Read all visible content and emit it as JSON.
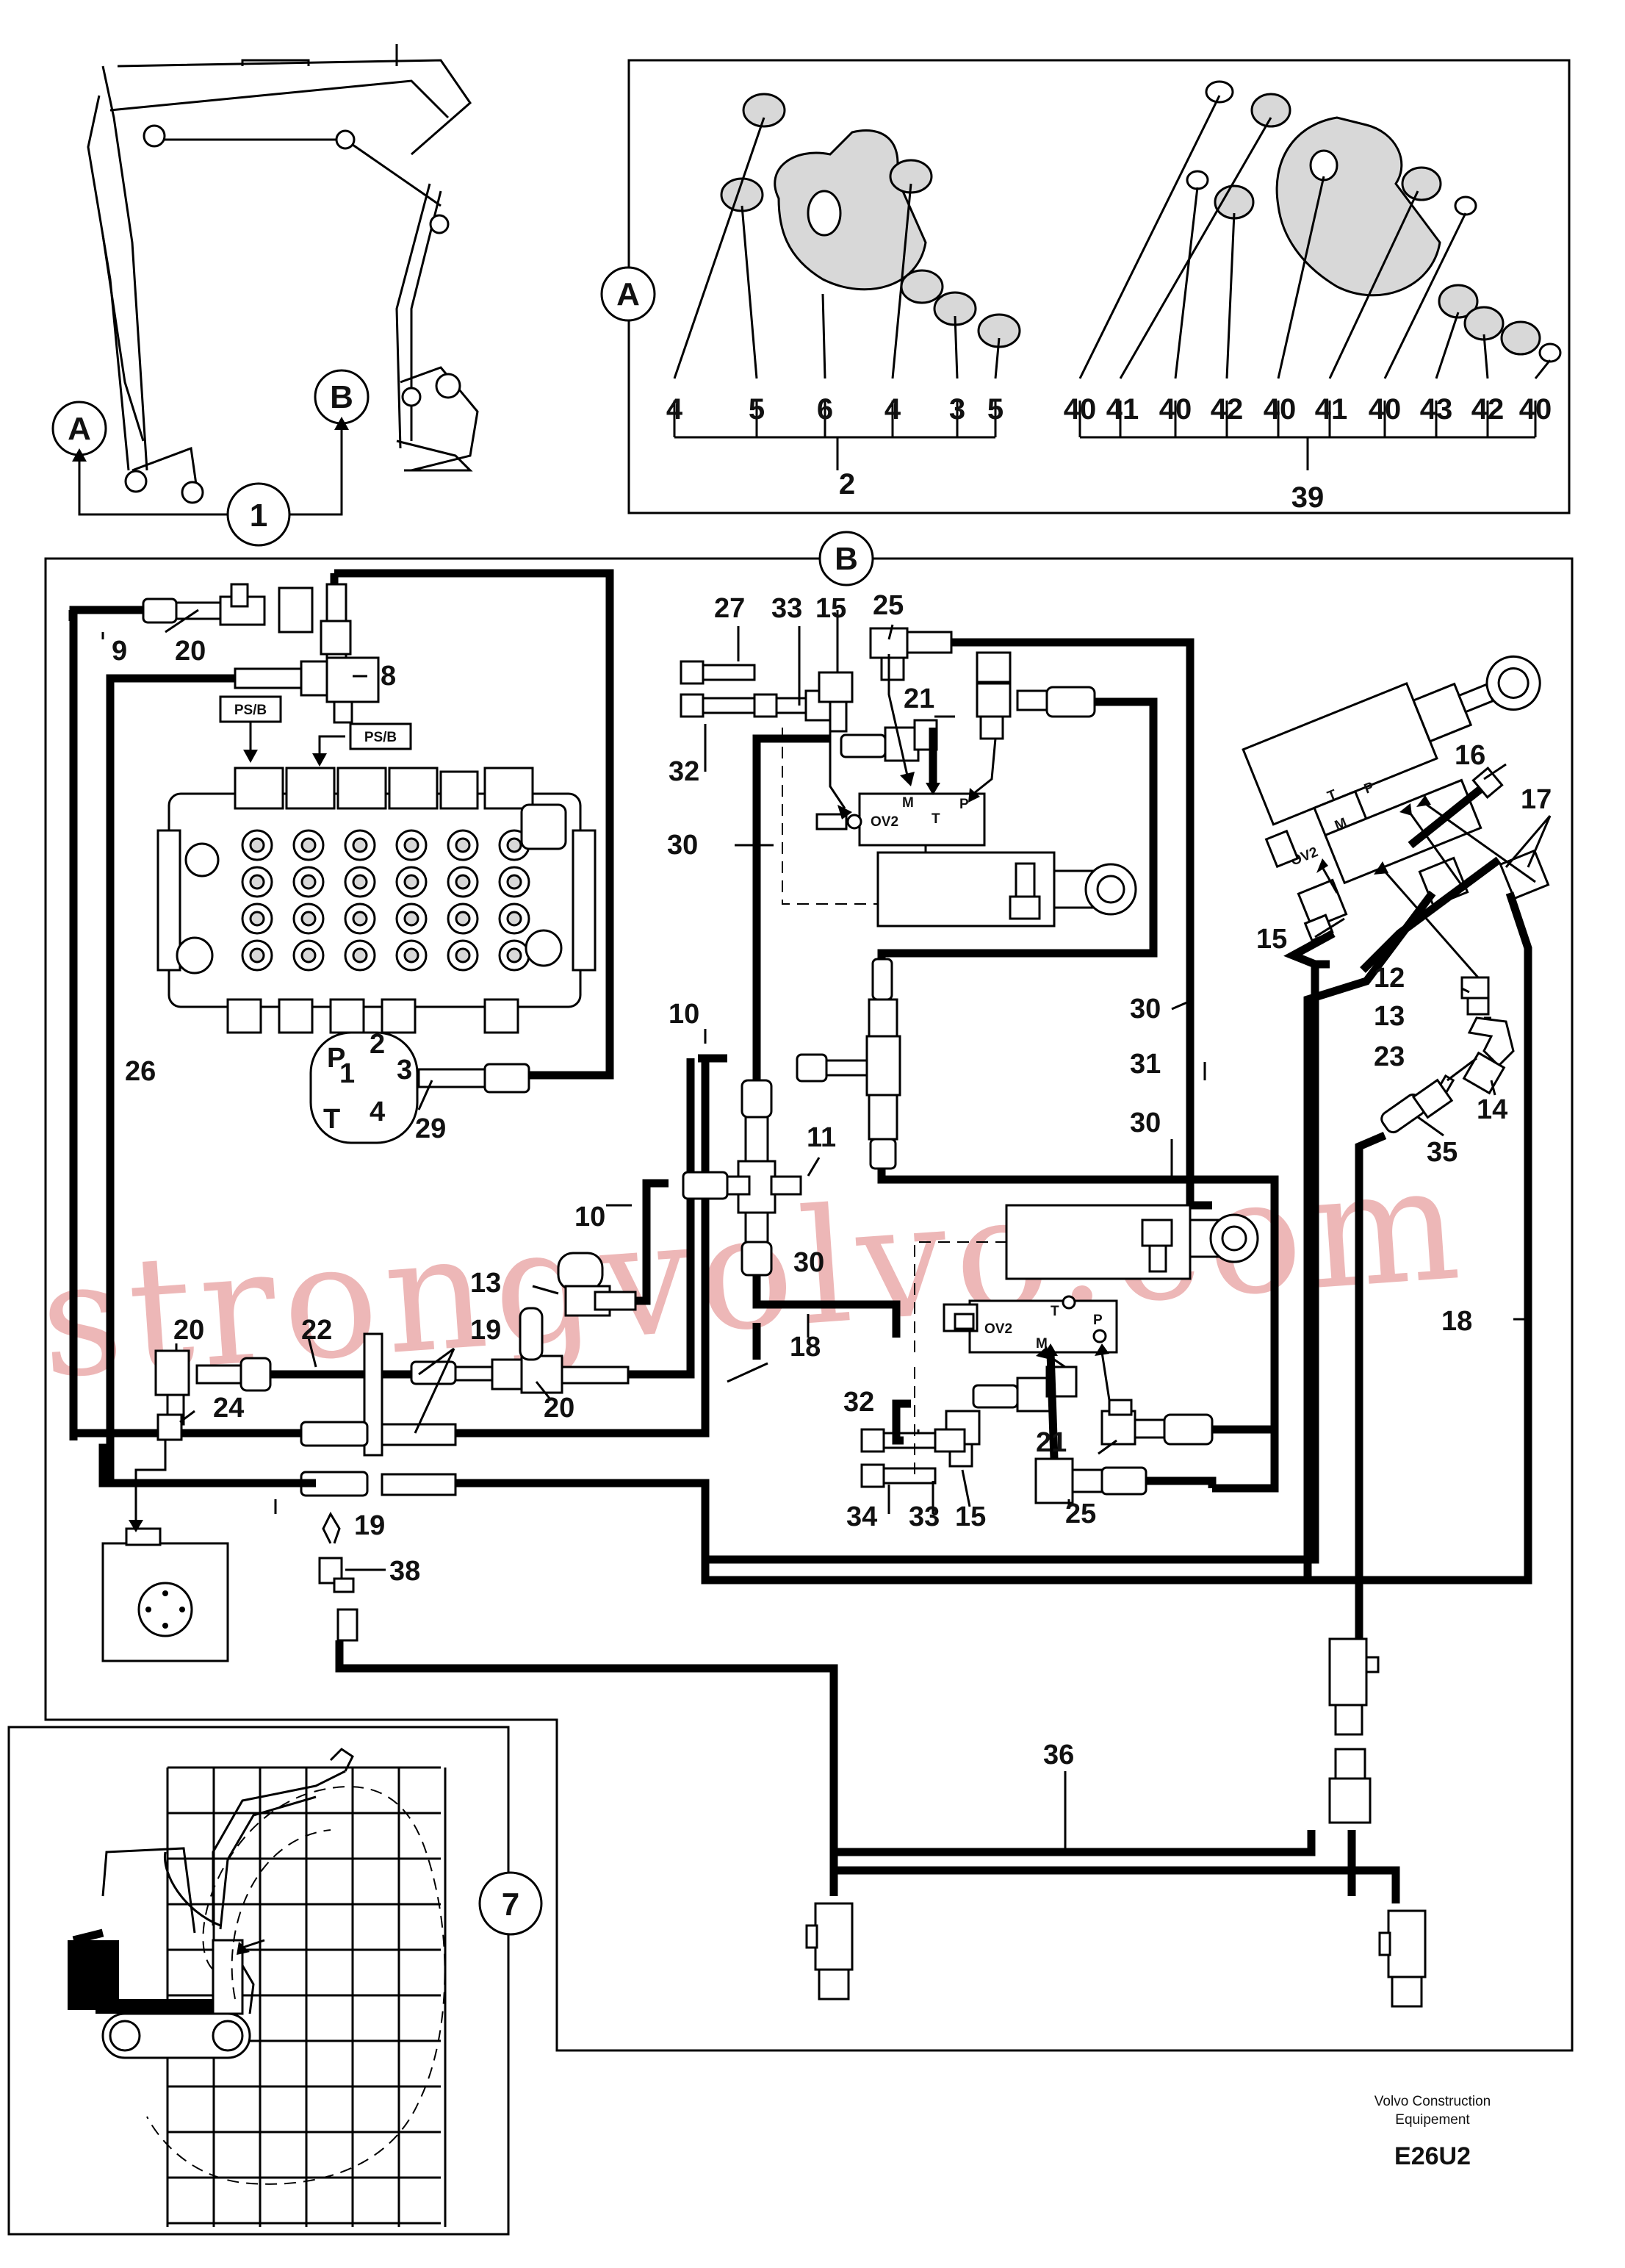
{
  "callouts": {
    "a": "A",
    "b": "B",
    "ref1": "1",
    "ref7": "7"
  },
  "detail_a": {
    "bushings_left": [
      "4",
      "5",
      "6",
      "4",
      "3",
      "5"
    ],
    "group_left": "2",
    "bushings_right": [
      "40",
      "41",
      "40",
      "42",
      "40",
      "41",
      "40",
      "43",
      "42",
      "40"
    ],
    "group_right": "39"
  },
  "detail_b": {
    "labels": {
      "p9": "9",
      "p20a": "20",
      "p8": "8",
      "p26": "26",
      "p29": "29",
      "p27": "27",
      "p33a": "33",
      "p15a": "15",
      "p25a": "25",
      "p21a": "21",
      "p32a": "32",
      "p30a": "30",
      "p30b": "30",
      "p31": "31",
      "p30c": "30",
      "p10a": "10",
      "p11": "11",
      "p10b": "10",
      "p13a": "13",
      "p20b": "20",
      "p22": "22",
      "p19a": "19",
      "p20c": "20",
      "p24": "24",
      "p19b": "19",
      "p18a": "18",
      "p30d": "30",
      "p32b": "32",
      "p34": "34",
      "p33b": "33",
      "p15b": "15",
      "p25b": "25",
      "p21b": "21",
      "p16": "16",
      "p17": "17",
      "p15c": "15",
      "p12": "12",
      "p13b": "13",
      "p23": "23",
      "p14": "14",
      "p35": "35",
      "p18b": "18",
      "p38": "38",
      "p36": "36"
    },
    "valve_marks": {
      "psb": "PS/B",
      "ov2": "OV2",
      "m": "M",
      "t": "T",
      "p": "P",
      "port_p": "P",
      "port_1": "1",
      "port_2": "2",
      "port_3": "3",
      "port_4": "4",
      "port_t": "T"
    }
  },
  "footer": {
    "maker_line1": "Volvo Construction",
    "maker_line2": "Equipement",
    "drawing_code": "E26U2"
  },
  "watermark": "strongvolvo.com"
}
